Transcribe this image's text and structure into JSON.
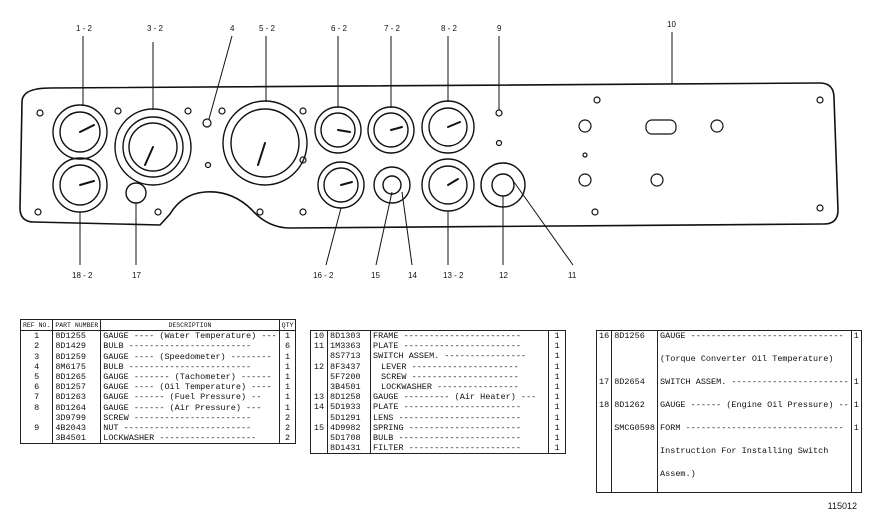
{
  "diagram": {
    "callouts": {
      "c1": "1 - 2",
      "c3": "3 - 2",
      "c4": "4",
      "c5": "5 - 2",
      "c6": "6 - 2",
      "c7": "7 - 2",
      "c8": "8 - 2",
      "c9": "9",
      "c10": "10",
      "c18": "18 - 2",
      "c17": "17",
      "c16": "16 - 2",
      "c15": "15",
      "c14": "14",
      "c13": "13 - 2",
      "c12": "12",
      "c11": "11"
    }
  },
  "table1": {
    "headers": {
      "ref": "REF NO.",
      "part": "PART NUMBER",
      "desc": "DESCRIPTION",
      "qty": "QTY"
    },
    "rows": [
      {
        "ref": "1",
        "part": "8D1255",
        "desc": "GAUGE ---- (Water Temperature) ---",
        "qty": "1"
      },
      {
        "ref": "2",
        "part": "8D1429",
        "desc": "BULB ------------------------",
        "qty": "6"
      },
      {
        "ref": "3",
        "part": "8D1259",
        "desc": "GAUGE ---- (Speedometer) --------",
        "qty": "1"
      },
      {
        "ref": "4",
        "part": "8M6175",
        "desc": "BULB ------------------------",
        "qty": "1"
      },
      {
        "ref": "5",
        "part": "8D1265",
        "desc": "GAUGE ------- (Tachometer) ------",
        "qty": "1"
      },
      {
        "ref": "6",
        "part": "8D1257",
        "desc": "GAUGE ---- (Oil Temperature) ----",
        "qty": "1"
      },
      {
        "ref": "7",
        "part": "8D1263",
        "desc": "GAUGE ------ (Fuel Pressure) --",
        "qty": "1"
      },
      {
        "ref": "8",
        "part": "8D1264",
        "desc": "GAUGE ------ (Air Pressure) ---",
        "qty": "1"
      },
      {
        "ref": "",
        "part": "3D9799",
        "desc": "SCREW -----------------------",
        "qty": "2"
      },
      {
        "ref": "9",
        "part": "4B2043",
        "desc": "NUT -------------------------",
        "qty": "2"
      },
      {
        "ref": "",
        "part": "3B4501",
        "desc": "LOCKWASHER -------------------",
        "qty": "2"
      }
    ]
  },
  "table2": {
    "rows": [
      {
        "ref": "10",
        "part": "8D1303",
        "desc": "FRAME -----------------------",
        "qty": "1",
        "indent": false
      },
      {
        "ref": "11",
        "part": "1M3363",
        "desc": "PLATE -----------------------",
        "qty": "1",
        "indent": false
      },
      {
        "ref": "",
        "part": "8S7713",
        "desc": "SWITCH ASSEM. ----------------",
        "qty": "1",
        "indent": false
      },
      {
        "ref": "12",
        "part": "8F3437",
        "desc": "LEVER ---------------------",
        "qty": "1",
        "indent": true
      },
      {
        "ref": "",
        "part": "5F7200",
        "desc": "SCREW ---------------------",
        "qty": "1",
        "indent": true
      },
      {
        "ref": "",
        "part": "3B4501",
        "desc": "LOCKWASHER ----------------",
        "qty": "1",
        "indent": true
      },
      {
        "ref": "13",
        "part": "8D1258",
        "desc": "GAUGE --------- (Air Heater) ---",
        "qty": "1",
        "indent": false
      },
      {
        "ref": "14",
        "part": "5D1933",
        "desc": "PLATE -----------------------",
        "qty": "1",
        "indent": false
      },
      {
        "ref": "",
        "part": "5D1291",
        "desc": "LENS ------------------------",
        "qty": "1",
        "indent": false
      },
      {
        "ref": "15",
        "part": "4D9982",
        "desc": "SPRING ----------------------",
        "qty": "1",
        "indent": false
      },
      {
        "ref": "",
        "part": "5D1708",
        "desc": "BULB ------------------------",
        "qty": "1",
        "indent": false
      },
      {
        "ref": "",
        "part": "8D1431",
        "desc": "FILTER ----------------------",
        "qty": "1",
        "indent": false
      }
    ]
  },
  "table3": {
    "rows": [
      {
        "ref": "16",
        "part": "8D1256",
        "desc": "GAUGE ------------------------------",
        "qty": "1"
      },
      {
        "ref": "",
        "part": "",
        "desc": "(Torque Converter Oil Temperature)",
        "qty": ""
      },
      {
        "ref": "17",
        "part": "8D2654",
        "desc": "SWITCH ASSEM. -----------------------",
        "qty": "1"
      },
      {
        "ref": "18",
        "part": "8D1262",
        "desc": "GAUGE ------ (Engine Oil Pressure) --",
        "qty": "1"
      },
      {
        "ref": "",
        "part": "SMCG0598",
        "desc": "FORM -------------------------------",
        "qty": "1"
      },
      {
        "ref": "",
        "part": "",
        "desc": "Instruction For Installing Switch",
        "qty": ""
      },
      {
        "ref": "",
        "part": "",
        "desc": "Assem.)",
        "qty": ""
      }
    ]
  },
  "figure_number": "115012"
}
